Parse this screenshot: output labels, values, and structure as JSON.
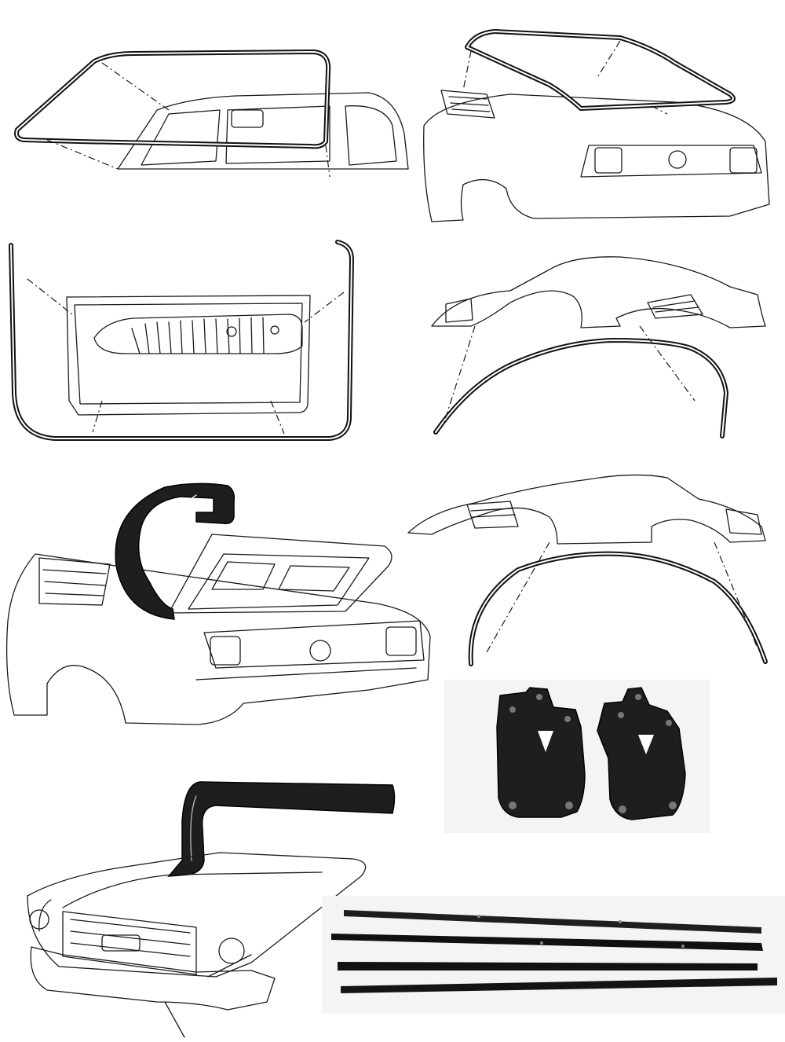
{
  "palette": {
    "background": "#ffffff",
    "line_art": "#1a1a1a",
    "rubber": "#1e1e1e",
    "photo_backdrop": "#f4f4f4"
  },
  "illustrations": [
    {
      "id": "windshield-seal",
      "icon": "windshield-gasket-icon"
    },
    {
      "id": "back-window-seal",
      "icon": "rear-window-gasket-icon"
    },
    {
      "id": "door-weatherstrip",
      "icon": "door-weatherstrip-icon"
    },
    {
      "id": "roof-rail-seal-right",
      "icon": "roof-rail-seal-icon"
    },
    {
      "id": "trunk-seal",
      "icon": "trunk-weatherstrip-icon"
    },
    {
      "id": "roof-rail-seal-left",
      "icon": "roof-rail-seal-icon"
    },
    {
      "id": "door-vent-seals",
      "icon": "vent-window-seal-icon"
    },
    {
      "id": "hood-seal",
      "icon": "hood-seal-icon"
    },
    {
      "id": "belt-weatherstrips",
      "icon": "belt-weatherstrip-icon"
    }
  ]
}
